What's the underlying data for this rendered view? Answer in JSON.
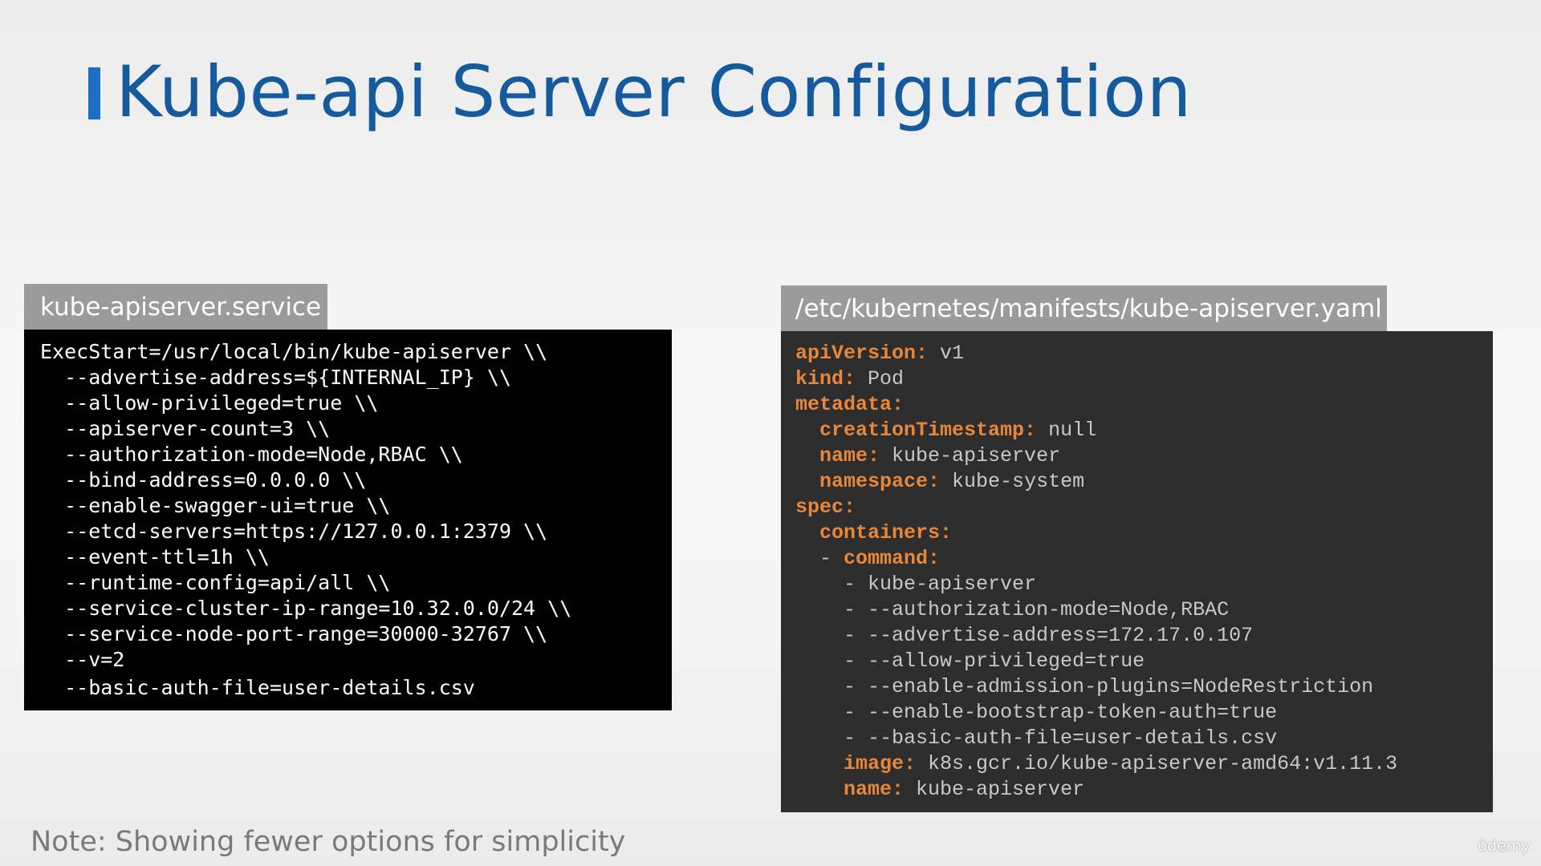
{
  "title": "Kube-api Server Configuration",
  "left_panel": {
    "tab_label": "kube-apiserver.service",
    "lines": [
      "ExecStart=/usr/local/bin/kube-apiserver \\\\",
      "  --advertise-address=${INTERNAL_IP} \\\\",
      "  --allow-privileged=true \\\\",
      "  --apiserver-count=3 \\\\",
      "  --authorization-mode=Node,RBAC \\\\",
      "  --bind-address=0.0.0.0 \\\\",
      "  --enable-swagger-ui=true \\\\",
      "  --etcd-servers=https://127.0.0.1:2379 \\\\",
      "  --event-ttl=1h \\\\",
      "  --runtime-config=api/all \\\\",
      "  --service-cluster-ip-range=10.32.0.0/24 \\\\",
      "  --service-node-port-range=30000-32767 \\\\",
      "  --v=2",
      "  --basic-auth-file=user-details.csv"
    ]
  },
  "right_panel": {
    "tab_label": "/etc/kubernetes/manifests/kube-apiserver.yaml",
    "lines": [
      {
        "indent": "",
        "key": "apiVersion:",
        "value": " v1"
      },
      {
        "indent": "",
        "key": "kind:",
        "value": " Pod"
      },
      {
        "indent": "",
        "key": "metadata:",
        "value": ""
      },
      {
        "indent": "  ",
        "key": "creationTimestamp:",
        "value": " null"
      },
      {
        "indent": "  ",
        "key": "name:",
        "value": " kube-apiserver"
      },
      {
        "indent": "  ",
        "key": "namespace:",
        "value": " kube-system"
      },
      {
        "indent": "",
        "key": "spec:",
        "value": ""
      },
      {
        "indent": "  ",
        "key": "containers:",
        "value": ""
      },
      {
        "indent": "  - ",
        "key": "command:",
        "value": ""
      },
      {
        "indent": "    ",
        "key": "",
        "value": "- kube-apiserver"
      },
      {
        "indent": "    ",
        "key": "",
        "value": "- --authorization-mode=Node,RBAC"
      },
      {
        "indent": "    ",
        "key": "",
        "value": "- --advertise-address=172.17.0.107"
      },
      {
        "indent": "    ",
        "key": "",
        "value": "- --allow-privileged=true"
      },
      {
        "indent": "    ",
        "key": "",
        "value": "- --enable-admission-plugins=NodeRestriction"
      },
      {
        "indent": "    ",
        "key": "",
        "value": "- --enable-bootstrap-token-auth=true"
      },
      {
        "indent": "    ",
        "key": "",
        "value": "- --basic-auth-file=user-details.csv"
      },
      {
        "indent": "    ",
        "key": "image:",
        "value": " k8s.gcr.io/kube-apiserver-amd64:v1.11.3"
      },
      {
        "indent": "    ",
        "key": "name:",
        "value": " kube-apiserver"
      }
    ]
  },
  "note": "Note: Showing fewer options for simplicity",
  "watermark": "ûdemy",
  "colors": {
    "title": "#145a9c",
    "title_accent_bar": "#1a6fc4",
    "tab_background": "#9b9b9b",
    "left_code_background": "#000000",
    "right_code_background": "#2d2d2d",
    "yaml_key": "#e8873a",
    "yaml_value": "#c8c8c8",
    "note_text": "#7a7a7a"
  }
}
